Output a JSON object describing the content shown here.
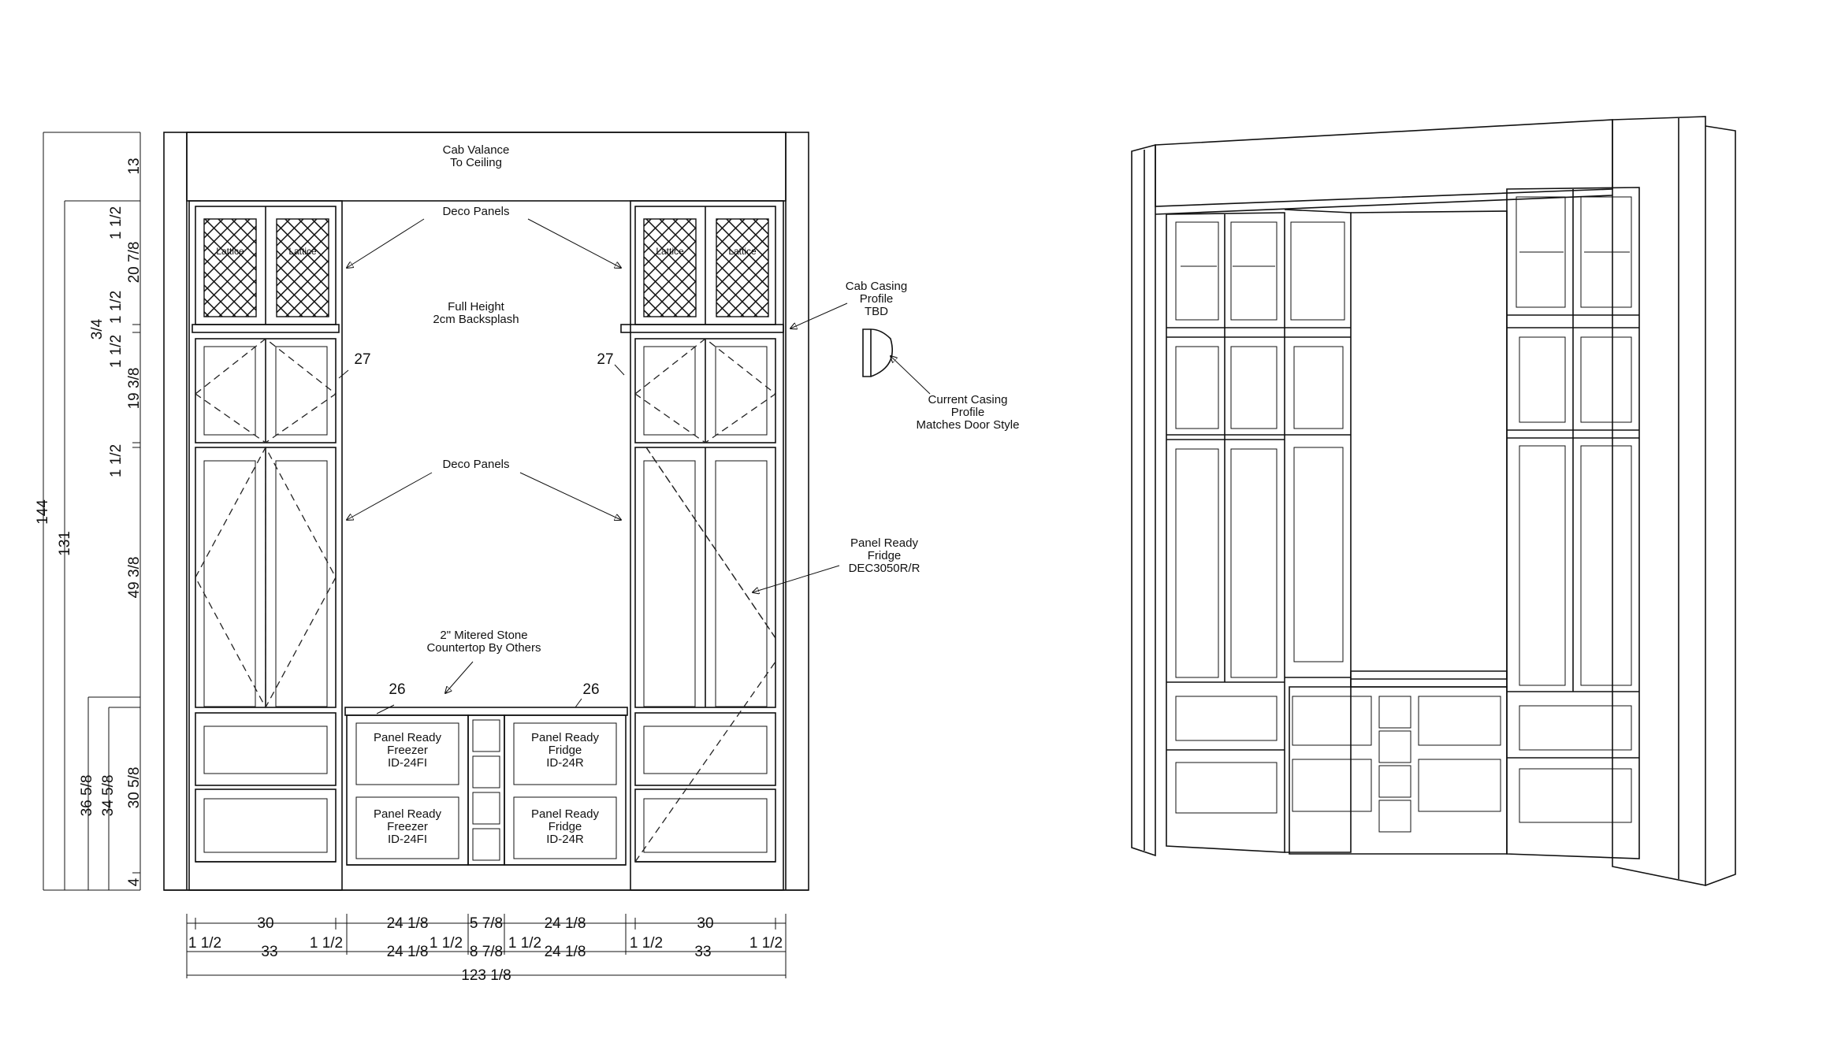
{
  "elevation": {
    "labels": {
      "cab_valance": [
        "Cab Valance",
        "To Ceiling"
      ],
      "deco_panels_upper": "Deco Panels",
      "deco_panels_lower": "Deco Panels",
      "backsplash": [
        "Full Height",
        "2cm Backsplash"
      ],
      "cab_casing": [
        "Cab Casing",
        "Profile",
        "TBD"
      ],
      "current_casing": [
        "Current Casing",
        "Profile",
        "Matches Door Style"
      ],
      "panel_ready_fridge": [
        "Panel Ready",
        "Fridge",
        "DEC3050R/R"
      ],
      "countertop": [
        "2\" Mitered Stone",
        "Countertop By Others"
      ],
      "freezer_upper": [
        "Panel Ready",
        "Freezer",
        "ID-24FI"
      ],
      "freezer_lower": [
        "Panel Ready",
        "Freezer",
        "ID-24FI"
      ],
      "fridge_upper": [
        "Panel Ready",
        "Fridge",
        "ID-24R"
      ],
      "fridge_lower": [
        "Panel Ready",
        "Fridge",
        "ID-24R"
      ],
      "lattice": "Lattice",
      "depth_27_left": "27",
      "depth_27_right": "27",
      "depth_26_left": "26",
      "depth_26_right": "26"
    },
    "vertical_dims": {
      "overall_144": "144",
      "overall_131": "131",
      "v13": "13",
      "v1_5a": "1 1/2",
      "v20_78": "20 7/8",
      "v1_5b": "1 1/2",
      "v3_4": "3/4",
      "v1_5c": "1 1/2",
      "v19_38": "19 3/8",
      "v1_5d": "1 1/2",
      "v49_38": "49 3/8",
      "v36_58": "36 5/8",
      "v34_58": "34 5/8",
      "v30_58": "30 5/8",
      "v4": "4"
    },
    "horizontal_dims": {
      "row1": [
        "30",
        "24 1/8",
        "5 7/8",
        "24 1/8",
        "30"
      ],
      "row2_small": [
        "1 1/2",
        "1 1/2",
        "1 1/2",
        "1 1/2",
        "1 1/2",
        "1 1/2"
      ],
      "row2": [
        "33",
        "24 1/8",
        "8 7/8",
        "24 1/8",
        "33"
      ],
      "total": "123 1/8"
    }
  }
}
